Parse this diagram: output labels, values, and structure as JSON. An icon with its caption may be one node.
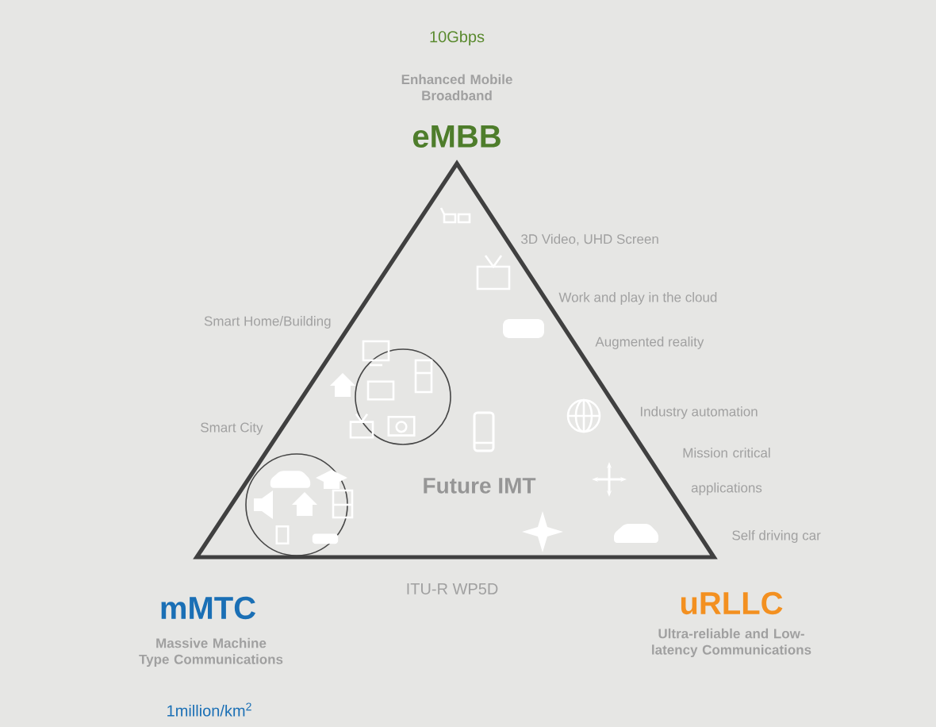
{
  "diagram": {
    "nodes": [
      {
        "text": [
          "Future IMT"
        ]
      }
    ],
    "labels": [
      "10Gbps",
      "Enhanced Mobile Broadband",
      "eMBB",
      "3D Video, UHD Screen",
      "Smart Home/Building",
      "Work and play in the cloud",
      "Augmented reality",
      "Industry automation",
      "Smart City",
      "Mission critical applications",
      "Self driving car",
      "ITU-R WP5D",
      "mMTC",
      "uRLLC",
      "Massive Machine Type Communications",
      "Ultra-reliable and Low-latency Communications",
      "1million/km$^{2}$"
    ]
  }
}
